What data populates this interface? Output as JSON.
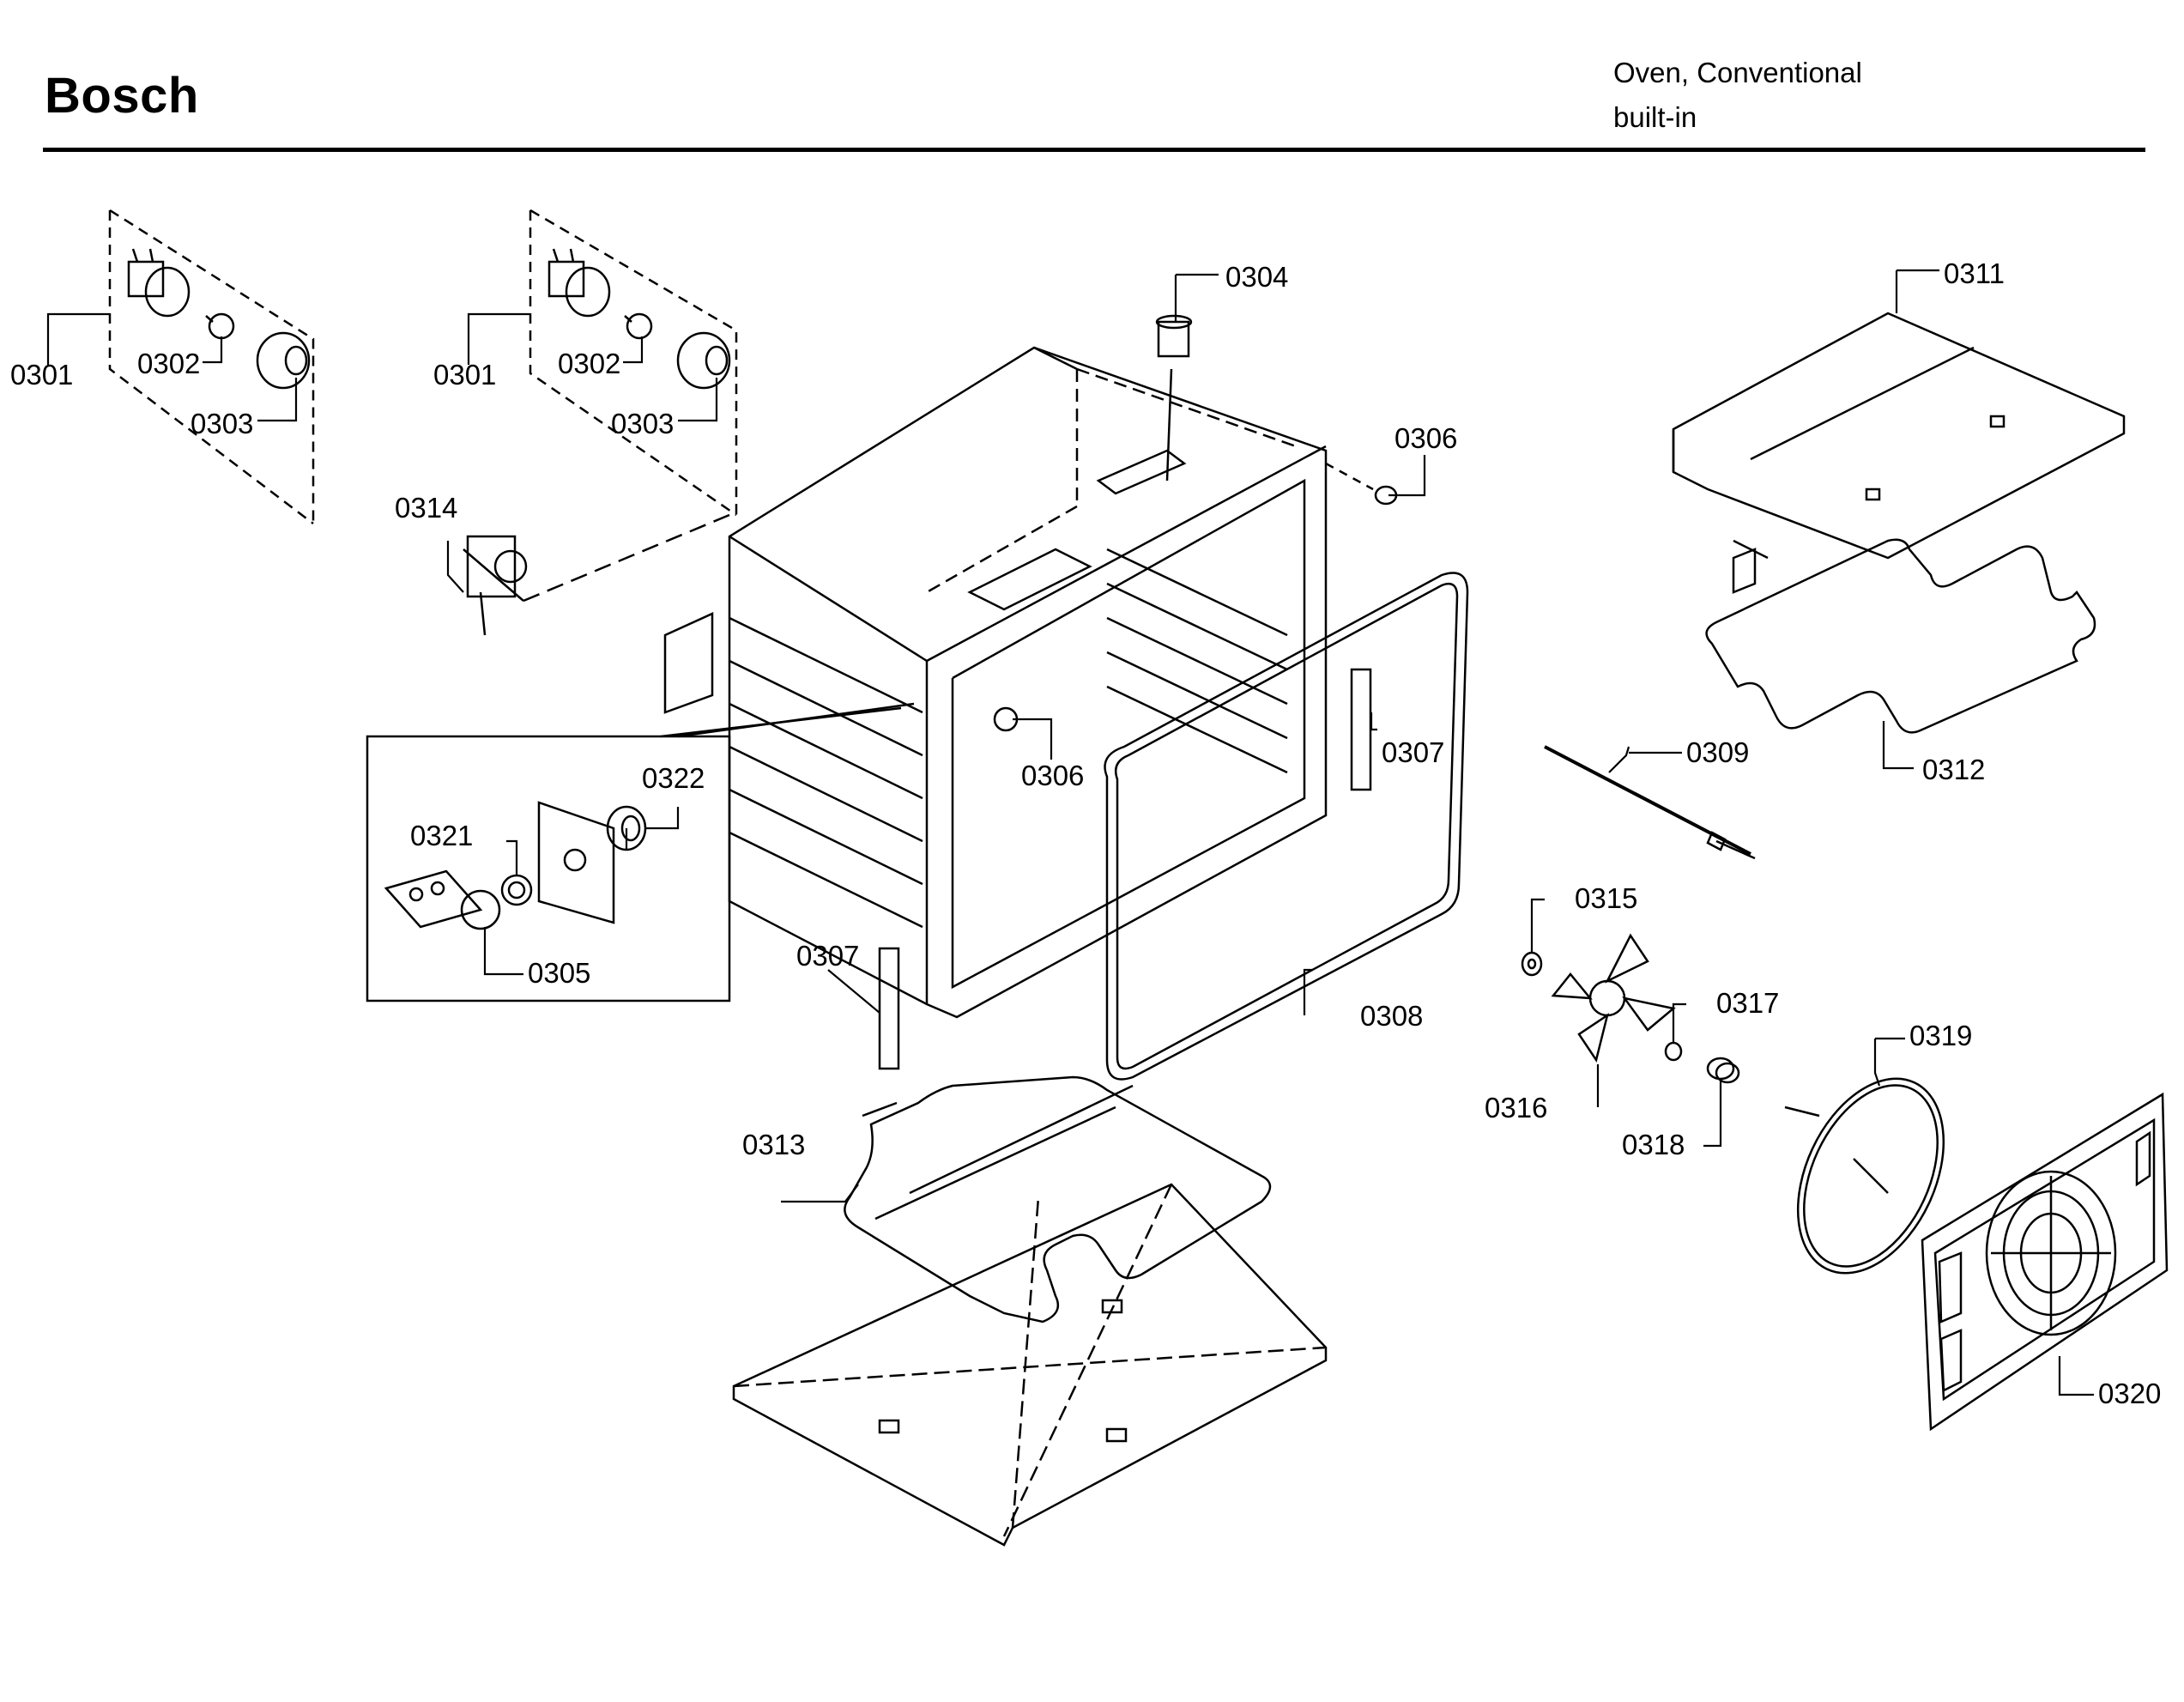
{
  "brand": "Bosch",
  "subtitle": {
    "line1": "Oven, Conventional",
    "line2": "built-in"
  },
  "part_labels": {
    "p0301a": "0301",
    "p0302a": "0302",
    "p0303a": "0303",
    "p0301b": "0301",
    "p0302b": "0302",
    "p0303b": "0303",
    "p0304": "0304",
    "p0306a": "0306",
    "p0306b": "0306",
    "p0307a": "0307",
    "p0307b": "0307",
    "p0308": "0308",
    "p0309": "0309",
    "p0311": "0311",
    "p0312": "0312",
    "p0313": "0313",
    "p0314": "0314",
    "p0315": "0315",
    "p0316": "0316",
    "p0317": "0317",
    "p0318": "0318",
    "p0319": "0319",
    "p0320": "0320",
    "p0321": "0321",
    "p0322": "0322",
    "p0305": "0305"
  }
}
